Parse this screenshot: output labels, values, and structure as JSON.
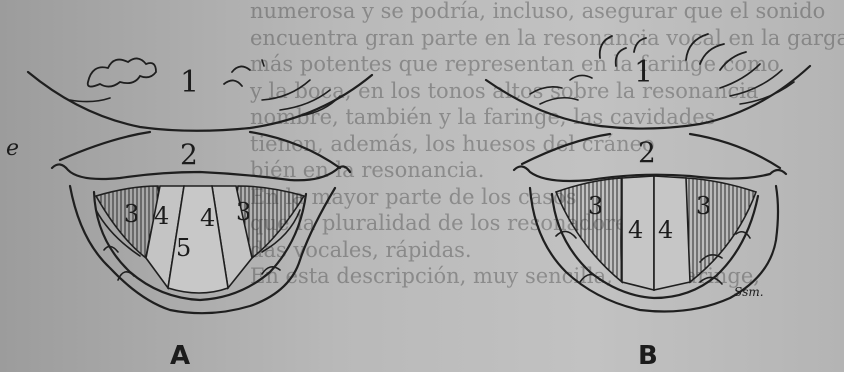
{
  "background_text": [
    "numerosa y se podría, incluso, asegurar que el sonido",
    "encuentra gran parte en la resonancia vocal en la garganta",
    "más potentes que representan en la faringe como",
    "y la boca, en los tonos altos sobre la resonancia",
    "nombre, también y la faringe, las cavidades",
    "tienen, además, los huesos del cráneo",
    "bién en la resonancia.",
    "En la mayor parte de los casos",
    "que la pluralidad de los resonadores",
    "das vocales, rápidas.",
    "En esta descripción, muy sencilla, de la laringe,"
  ],
  "figure_a": {
    "caption": "A",
    "labels": {
      "region1": "1",
      "region2": "2",
      "left3": "3",
      "left4": "4",
      "right4": "4",
      "right3": "3",
      "center5": "5"
    }
  },
  "figure_b": {
    "caption": "B",
    "labels": {
      "region1": "1",
      "region2": "2",
      "left3": "3",
      "left4": "4",
      "right4": "4",
      "right3": "3"
    },
    "signature": "Ssm."
  },
  "margin_mark": "e"
}
